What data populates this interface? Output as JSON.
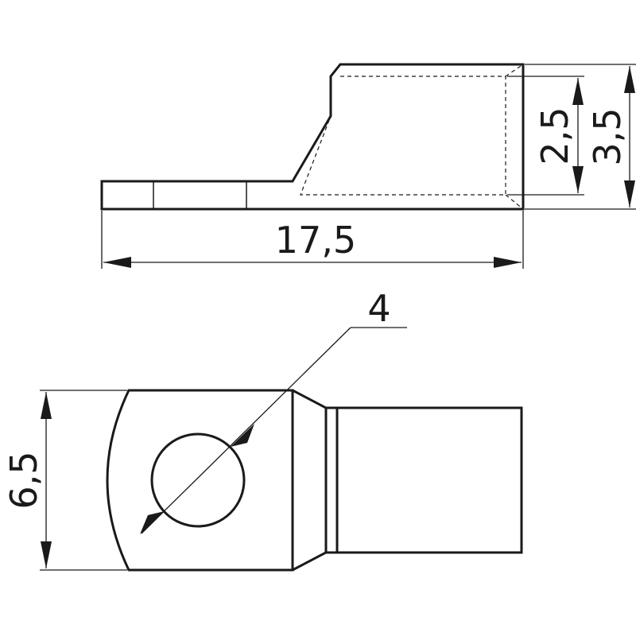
{
  "dimensions": {
    "length": "17,5",
    "inner_height": "2,5",
    "outer_height": "3,5",
    "hole_diameter": "4",
    "width": "6,5"
  }
}
